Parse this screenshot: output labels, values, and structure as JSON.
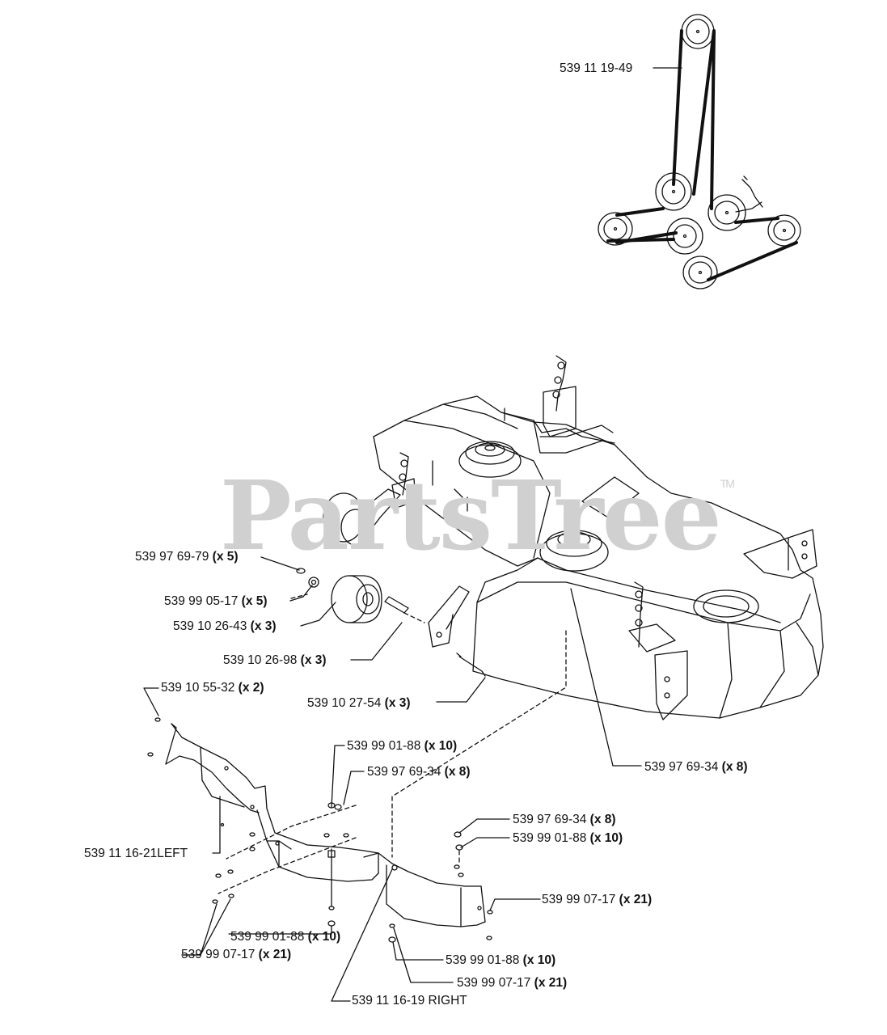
{
  "watermark": {
    "text": "PartsTree",
    "mark": "TM"
  },
  "callouts": [
    {
      "part": "539 11 19-49",
      "qty": ""
    },
    {
      "part": "539 97 69-79",
      "qty": "(x 5)"
    },
    {
      "part": "539 99 05-17",
      "qty": "(x 5)"
    },
    {
      "part": "539 10 26-43",
      "qty": "(x 3)"
    },
    {
      "part": "539 10 26-98",
      "qty": "(x 3)"
    },
    {
      "part": "539 10 55-32",
      "qty": "(x 2)"
    },
    {
      "part": "539 10 27-54",
      "qty": "(x 3)"
    },
    {
      "part": "539 97 69-34",
      "qty": "(x 8)"
    },
    {
      "part": "539 99 01-88",
      "qty": "(x 10)"
    },
    {
      "part": "539 97 69-34",
      "qty": "(x 8)"
    },
    {
      "part": "539 97 69-34",
      "qty": "(x 8)"
    },
    {
      "part": "539 99 01-88",
      "qty": "(x 10)"
    },
    {
      "part": "539 11 16-21LEFT",
      "qty": ""
    },
    {
      "part": "539 99 07-17",
      "qty": "(x 21)"
    },
    {
      "part": "539 99 01-88",
      "qty": "(x 10)"
    },
    {
      "part": "539 99 07-17",
      "qty": "(x 21)"
    },
    {
      "part": "539 99 01-88",
      "qty": "(x 10)"
    },
    {
      "part": "539 99 07-17",
      "qty": "(x 21)"
    },
    {
      "part": "539 11 16-19 RIGHT",
      "qty": ""
    }
  ],
  "colors": {
    "line": "#111111",
    "watermark": "#d0d0d0",
    "background": "#ffffff"
  }
}
